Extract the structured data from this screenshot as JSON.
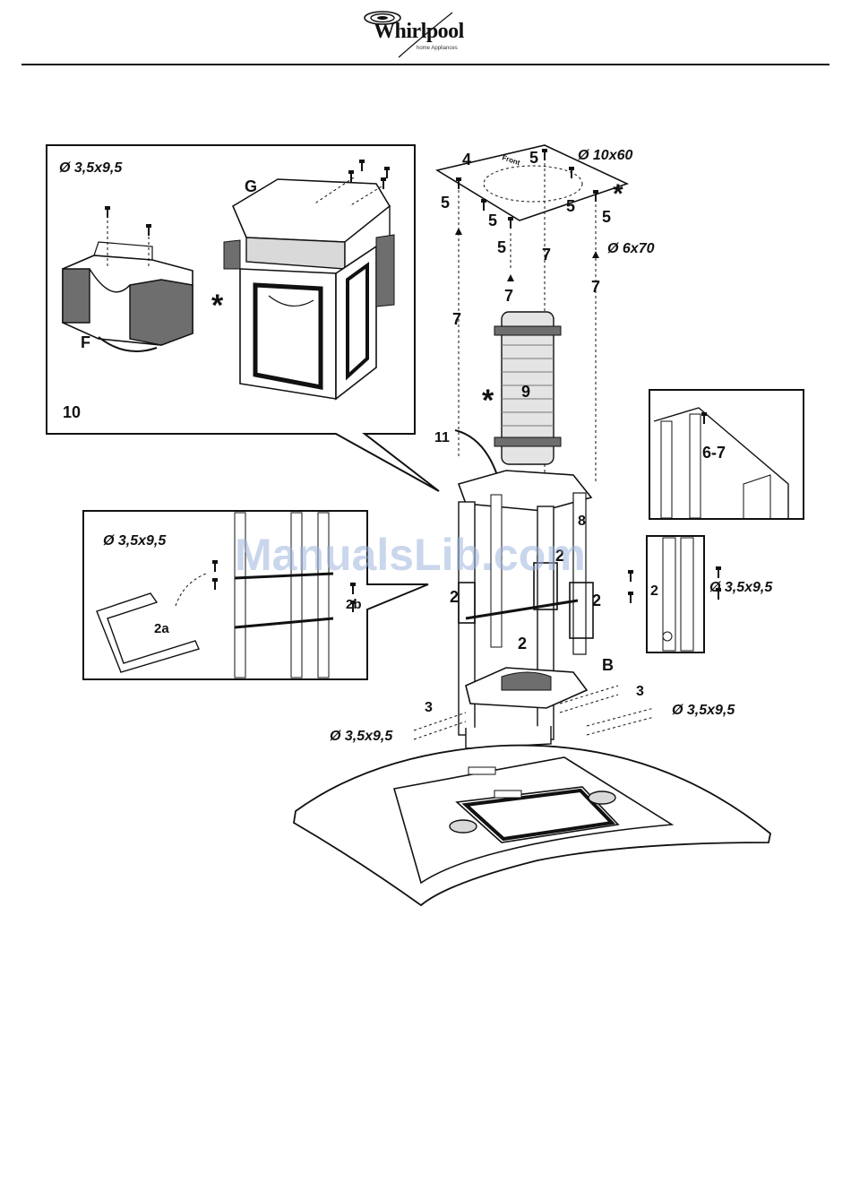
{
  "brand": {
    "name": "Whirlpool",
    "tagline": "home Appliances"
  },
  "watermark": "ManualsLib.com",
  "labels": {
    "front": "Front",
    "p4": "4",
    "p5": "5",
    "p7": "7",
    "p9": "9",
    "p10": "10",
    "p11": "11",
    "p8": "8",
    "p2": "2",
    "p2a": "2a",
    "p2b": "2b",
    "p3": "3",
    "p67": "6-7",
    "F": "F",
    "G": "G",
    "B": "B",
    "star": "*"
  },
  "specs": {
    "screw_small": "Ø 3,5x9,5",
    "plug": "Ø 10x60",
    "screw_large": "Ø 6x70"
  },
  "colors": {
    "line": "#111111",
    "fill_dark": "#6e6e6e",
    "fill_light": "#d9d9d9",
    "duct": "#e4e4e4",
    "watermark": "#9fb6de"
  }
}
